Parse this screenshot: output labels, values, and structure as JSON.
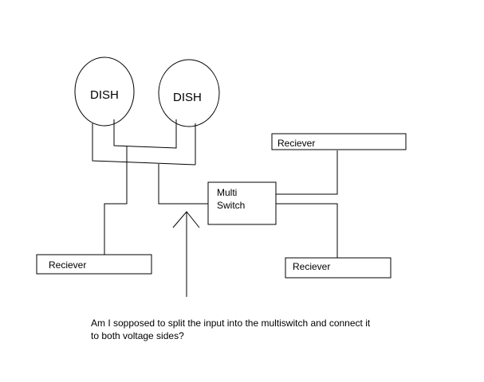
{
  "dishes": [
    {
      "label": "DISH"
    },
    {
      "label": "DISH"
    }
  ],
  "multiswitch": {
    "line1": "Multi",
    "line2": "Switch"
  },
  "receivers": [
    {
      "label": "Reciever"
    },
    {
      "label": "Reciever"
    },
    {
      "label": "Reciever"
    }
  ],
  "question": {
    "line1": "Am I sopposed to split the input into the multiswitch and connect it",
    "line2": "to both voltage sides?"
  },
  "colors": {
    "stroke": "#000000",
    "background": "#ffffff"
  }
}
